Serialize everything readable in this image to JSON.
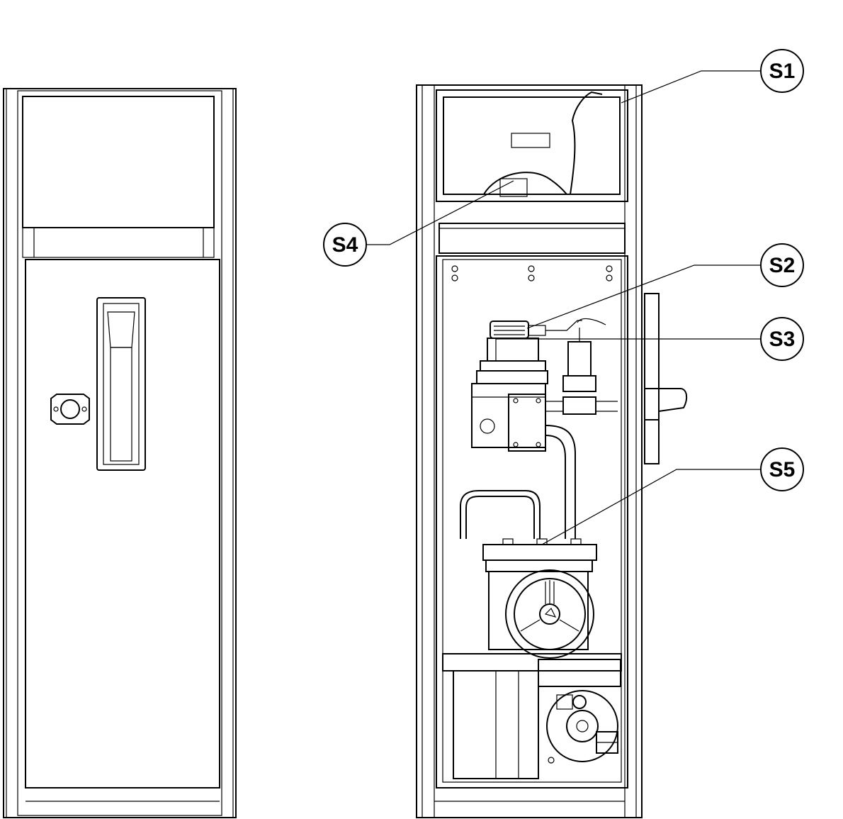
{
  "callouts": [
    {
      "id": "s1",
      "label": "S1"
    },
    {
      "id": "s2",
      "label": "S2"
    },
    {
      "id": "s3",
      "label": "S3"
    },
    {
      "id": "s4",
      "label": "S4"
    },
    {
      "id": "s5",
      "label": "S5"
    }
  ],
  "colors": {
    "line": "#000000",
    "background": "#ffffff"
  }
}
